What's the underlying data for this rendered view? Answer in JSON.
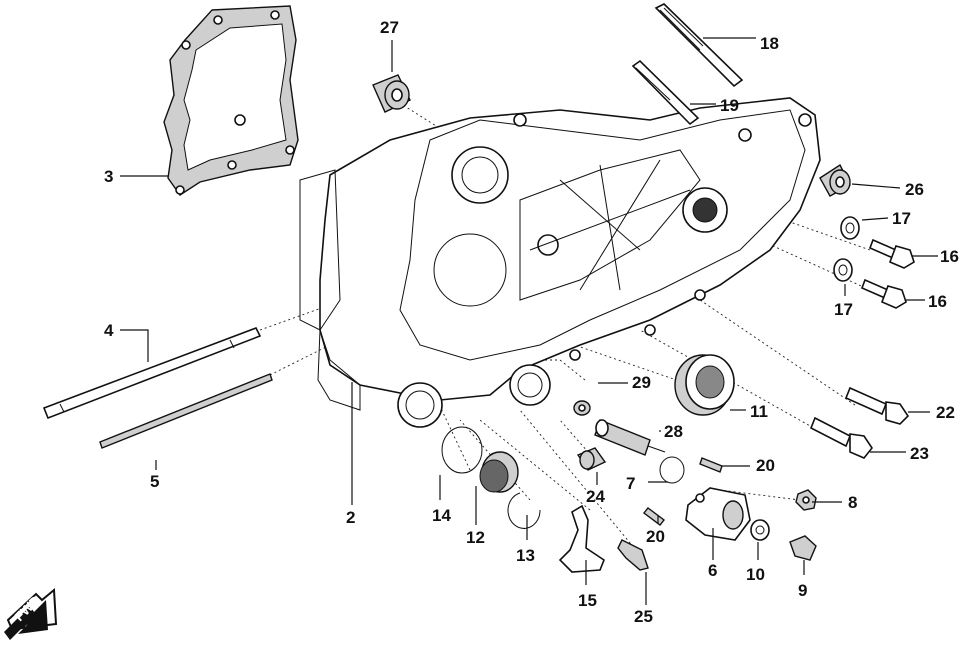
{
  "callouts": {
    "c2": "2",
    "c3": "3",
    "c4": "4",
    "c5": "5",
    "c6": "6",
    "c7": "7",
    "c8": "8",
    "c9": "9",
    "c10": "10",
    "c11": "11",
    "c12": "12",
    "c13": "13",
    "c14": "14",
    "c15": "15",
    "c16a": "16",
    "c16b": "16",
    "c17a": "17",
    "c17b": "17",
    "c18": "18",
    "c19": "19",
    "c20a": "20",
    "c20b": "20",
    "c22": "22",
    "c23": "23",
    "c24": "24",
    "c25": "25",
    "c26": "26",
    "c27": "27",
    "c28": "28",
    "c29": "29"
  },
  "fwd_badge": "FWD",
  "colors": {
    "line": "#111111",
    "shade": "#cfcfcf",
    "background": "#ffffff"
  }
}
